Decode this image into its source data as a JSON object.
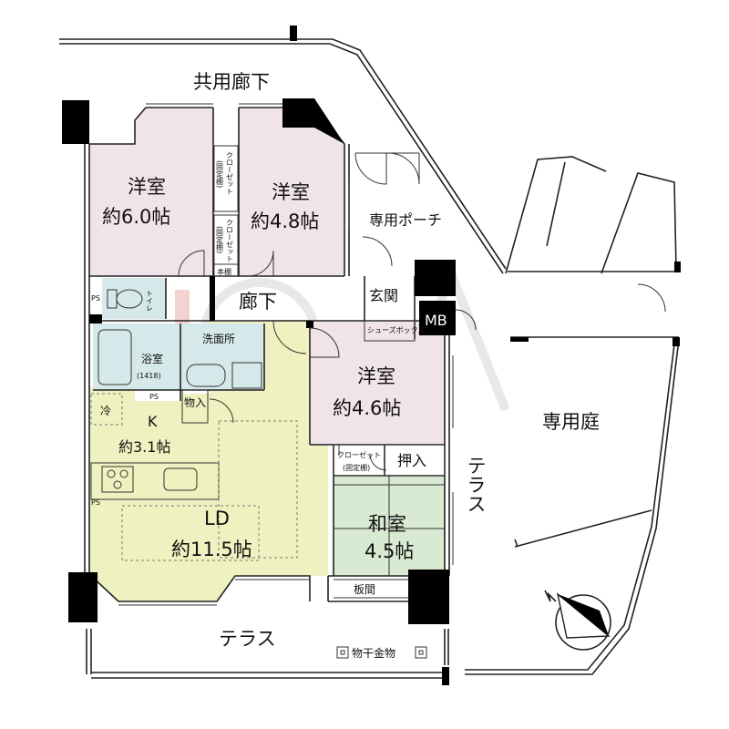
{
  "colors": {
    "bedroom": "#f1e3ea",
    "ldk": "#eff2c0",
    "washroom": "#d6e9ea",
    "tatami": "#d9ead2",
    "wall": "#000000"
  },
  "outside": {
    "common_corridor": "共用廊下",
    "private_porch": "専用ポーチ",
    "private_garden": "専用庭",
    "terrace_bottom": "テラス",
    "terrace_right": "テラス",
    "laundry_hanger": "物干金物"
  },
  "rooms": {
    "western1": {
      "name": "洋室",
      "size": "約6.0帖"
    },
    "western2": {
      "name": "洋室",
      "size": "約4.8帖"
    },
    "western3": {
      "name": "洋室",
      "size": "約4.6帖"
    },
    "japanese": {
      "name": "和室",
      "size": "4.5帖"
    },
    "ld": {
      "name": "LD",
      "size": "約11.5帖"
    },
    "kitchen": {
      "name": "K",
      "size": "約3.1帖"
    },
    "bath": {
      "name": "浴室",
      "size": "(1418)"
    },
    "washroom": {
      "name": "洗面所"
    },
    "toilet": {
      "name": "トイレ"
    },
    "hallway": {
      "name": "廊下"
    },
    "entrance": {
      "name": "玄関"
    }
  },
  "storage": {
    "closet_a": "クローゼット",
    "closet_a_fixed": "(固定棚)",
    "closet_b": "クローゼット",
    "closet_b_fixed": "(固定棚)",
    "closet_c": "クローゼット",
    "closet_c_fixed": "(固定棚)",
    "bookshelf": "本棚",
    "shoe_box": "シューズボックス",
    "storage_small": "物入",
    "oshiire": "押入",
    "itama": "板間",
    "mb": "MB",
    "ps1": "PS",
    "ps2": "PS",
    "ps3": "PS",
    "fridge": "冷"
  }
}
